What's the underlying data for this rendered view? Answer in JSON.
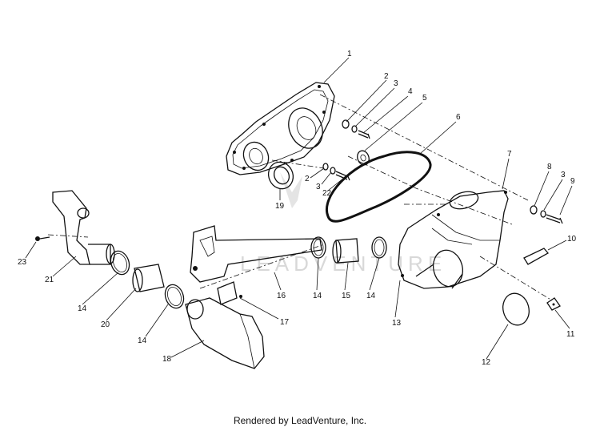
{
  "watermark": "LEADVENTURE",
  "footer": "Rendered by LeadVenture, Inc.",
  "callouts": [
    "1",
    "2",
    "3",
    "4",
    "5",
    "6",
    "7",
    "8",
    "3",
    "9",
    "10",
    "11",
    "12",
    "13",
    "14",
    "15",
    "14",
    "16",
    "17",
    "18",
    "14",
    "20",
    "14",
    "21",
    "23",
    "19",
    "2",
    "3",
    "22"
  ]
}
